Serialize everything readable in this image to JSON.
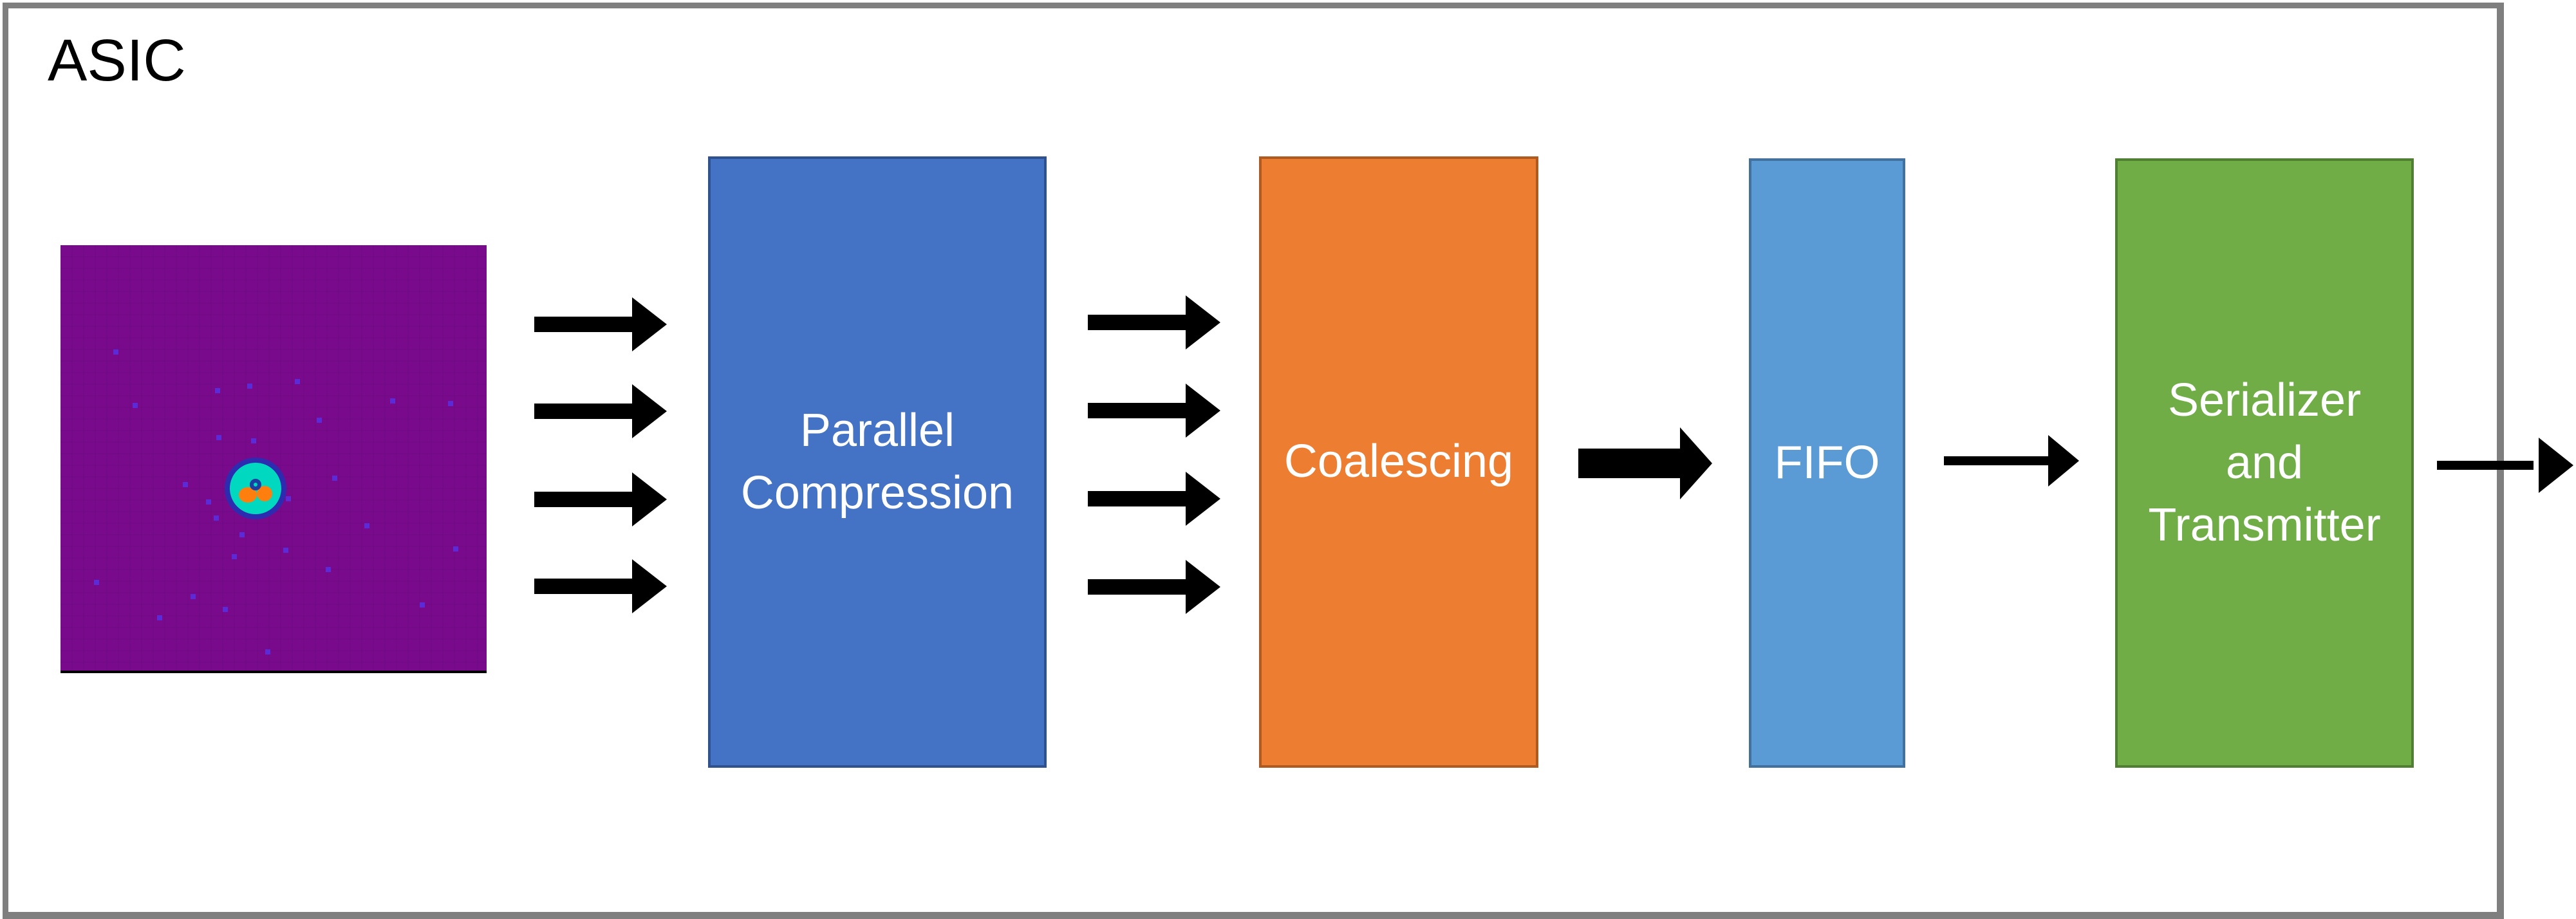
{
  "container": {
    "label": "ASIC",
    "border_color": "#7f7f7f"
  },
  "blocks": [
    {
      "id": "parallel-compression",
      "label": "Parallel\nCompression",
      "color": "#4472c4",
      "border": "#2f528f"
    },
    {
      "id": "coalescing",
      "label": "Coalescing",
      "color": "#ed7d31",
      "border": "#ae5a21"
    },
    {
      "id": "fifo",
      "label": "FIFO",
      "color": "#5b9bd5",
      "border": "#41719c"
    },
    {
      "id": "serializer-transmitter",
      "label": "Serializer\nand\nTransmitter",
      "color": "#70ad47",
      "border": "#507e32"
    }
  ],
  "detector_image": {
    "background": "#7a0a8c",
    "spot_colors": [
      "#ff7f0e",
      "#00d9c0",
      "#1f3fa0"
    ],
    "pixel_color": "#5a2bd6"
  },
  "arrow_color": "#000000"
}
